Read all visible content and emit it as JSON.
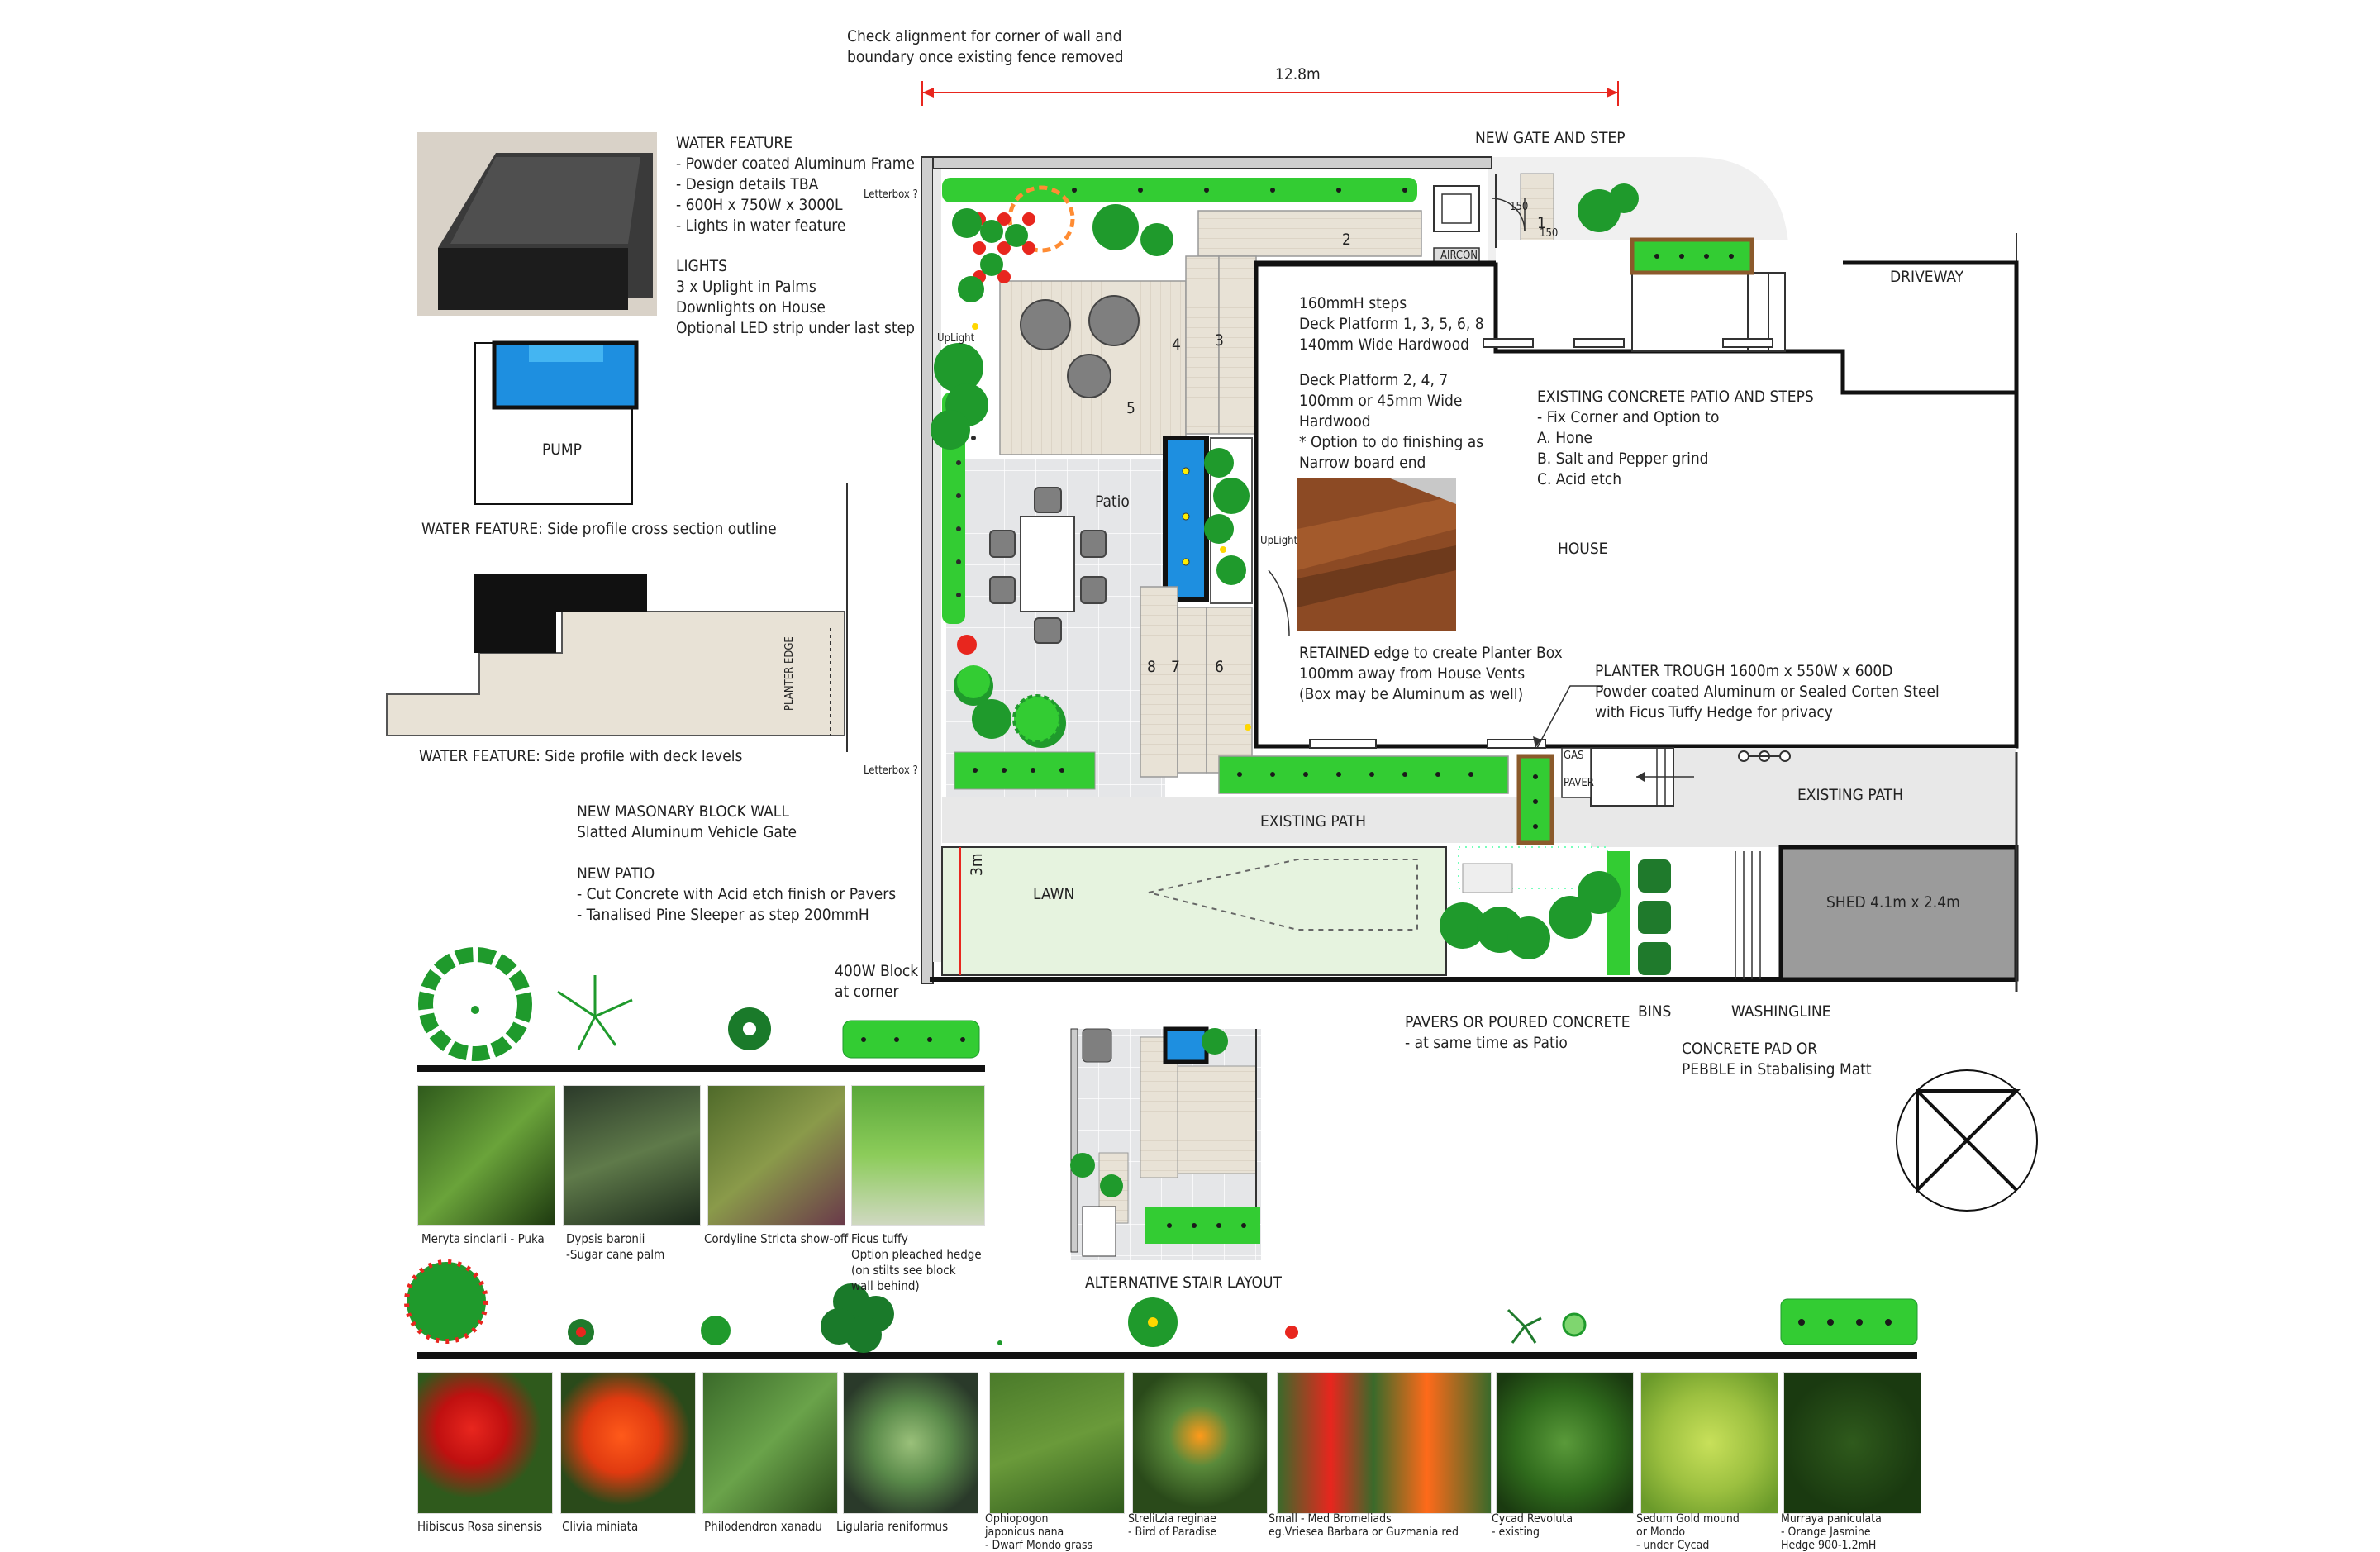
{
  "notes": {
    "alignment": "Check alignment for corner of wall and\nboundary once existing fence removed",
    "dimension_top": "12.8m",
    "dimension_side": "3m",
    "new_gate": "NEW GATE AND STEP",
    "driveway": "DRIVEWAY",
    "letterbox_top": "Letterbox ?",
    "letterbox_bottom": "Letterbox ?",
    "uplight_left": "UpLight",
    "uplight_center": "UpLight",
    "aircon": "AIRCON",
    "gas": "GAS",
    "paver": "PAVER",
    "step_150a": "150",
    "step_150b": "150"
  },
  "water_feature": {
    "title": "WATER FEATURE",
    "lines": "- Powder coated Aluminum Frame\n- Design details TBA\n- 600H x 750W x 3000L\n- Lights in water feature",
    "lights_title": "LIGHTS",
    "lights_lines": "3 x Uplight in Palms\nDownlights on House\nOptional LED strip under last step",
    "pump": "PUMP",
    "cross_section": "WATER FEATURE: Side profile cross section outline",
    "planter_edge": "PLANTER EDGE",
    "deck_levels": "WATER FEATURE: Side profile with deck levels"
  },
  "deck": {
    "steps_note": "160mmH steps\nDeck Platform 1, 3, 5, 6, 8\n140mm Wide Hardwood",
    "platform_note": "Deck Platform 2, 4, 7\n100mm or 45mm Wide\nHardwood\n* Option to do finishing as\nNarrow board end",
    "retained_note": "RETAINED edge to create Planter Box\n100mm away from House Vents\n(Box may be Aluminum as well)",
    "platform_labels": [
      "1",
      "2",
      "3",
      "4",
      "5",
      "6",
      "7",
      "8"
    ]
  },
  "areas": {
    "patio": "Patio",
    "house": "HOUSE",
    "existing_path_main": "EXISTING PATH",
    "existing_path_right": "EXISTING PATH",
    "lawn": "LAWN",
    "shed": "SHED 4.1m x 2.4m",
    "bins": "BINS",
    "washingline": "WASHINGLINE"
  },
  "concrete_patio": {
    "title": "EXISTING CONCRETE PATIO AND STEPS",
    "lines": "- Fix Corner and Option to\nA. Hone\nB. Salt and Pepper grind\nC. Acid etch"
  },
  "planter_trough": "PLANTER TROUGH 1600m x 550W x 600D\nPowder coated Aluminum or Sealed Corten Steel\nwith Ficus Tuffy Hedge for privacy",
  "left_notes": {
    "wall": "NEW MASONARY BLOCK WALL\nSlatted Aluminum Vehicle Gate",
    "patio": "NEW PATIO\n- Cut Concrete with Acid etch finish or Pavers\n- Tanalised Pine Sleeper as step 200mmH",
    "block": "400W Block\nat corner"
  },
  "lower_notes": {
    "pavers": "PAVERS OR POURED CONCRETE\n- at same time as Patio",
    "concrete_pad": "CONCRETE PAD OR\nPEBBLE in Stabalising Matt",
    "alt_stair": "ALTERNATIVE STAIR LAYOUT"
  },
  "plants_row1": [
    {
      "icon": "round-tree-icon",
      "caption": "Meryta sinclarii - Puka"
    },
    {
      "icon": "palm-icon",
      "caption": "Dypsis baronii\n-Sugar cane palm"
    },
    {
      "icon": "cordyline-icon",
      "caption": "Cordyline Stricta show-off"
    },
    {
      "icon": "hedge-icon",
      "caption": "Ficus tuffy\nOption pleached hedge\n(on stilts see block\nwall behind)"
    }
  ],
  "plants_row2": [
    {
      "caption": "Hibiscus Rosa sinensis"
    },
    {
      "caption": "Clivia miniata"
    },
    {
      "caption": "Philodendron xanadu"
    },
    {
      "caption": "Ligularia reniformus"
    },
    {
      "caption": "Ophiopogon\njaponicus nana\n- Dwarf Mondo grass"
    },
    {
      "caption": "Strelitzia reginae\n- Bird of Paradise"
    },
    {
      "caption": "Small - Med Bromeliads\neg.Vriesea Barbara or Guzmania red"
    },
    {
      "caption": "Cycad Revoluta\n- existing"
    },
    {
      "caption": "Sedum Gold mound\nor Mondo\n- under Cycad"
    },
    {
      "caption": "Murraya paniculata\n- Orange Jasmine\nHedge 900-1.2mH"
    }
  ],
  "colors": {
    "hedge": "#33cc33",
    "dark_green": "#1f9a2c",
    "deck": "#e8e2d6",
    "patio": "#e5e6e8",
    "lawn": "#e6f3df",
    "water": "#1e8fe0",
    "accent_red": "#e8261e",
    "shed": "#9b9b9b"
  }
}
